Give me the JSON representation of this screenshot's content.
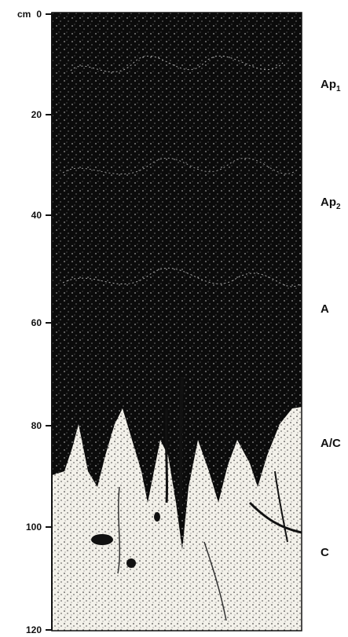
{
  "depth_axis": {
    "unit": "cm",
    "ticks": [
      "0",
      "20",
      "40",
      "60",
      "80",
      "100",
      "120"
    ]
  },
  "horizons": [
    {
      "base": "Ap",
      "sub": "1"
    },
    {
      "base": "Ap",
      "sub": "2"
    },
    {
      "base": "A",
      "sub": ""
    },
    {
      "base": "A/C",
      "sub": ""
    },
    {
      "base": "C",
      "sub": ""
    }
  ],
  "colors": {
    "dark_soil": "#0b0b0b",
    "light_soil": "#f3f1ea",
    "ink": "#111111"
  }
}
